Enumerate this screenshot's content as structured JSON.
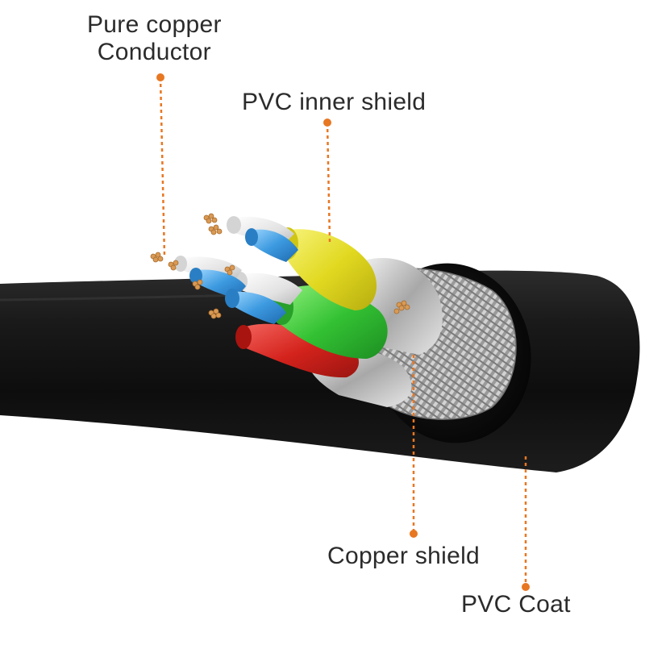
{
  "labels": {
    "conductor_line1": "Pure copper",
    "conductor_line2": "Conductor",
    "inner_shield": "PVC inner shield",
    "copper_shield": "Copper shield",
    "pvc_coat": "PVC Coat"
  },
  "colors": {
    "leader": "#e87722",
    "label_text": "#2b2b2b",
    "cable_jacket": "#141414",
    "wire_yellow": "#e8e031",
    "wire_green": "#39c23a",
    "wire_red": "#d8251f",
    "wire_blue": "#3f9ee0",
    "wire_white": "#f2f2f2",
    "copper_strand": "#d99a55",
    "braid": "#b9b9b9"
  }
}
